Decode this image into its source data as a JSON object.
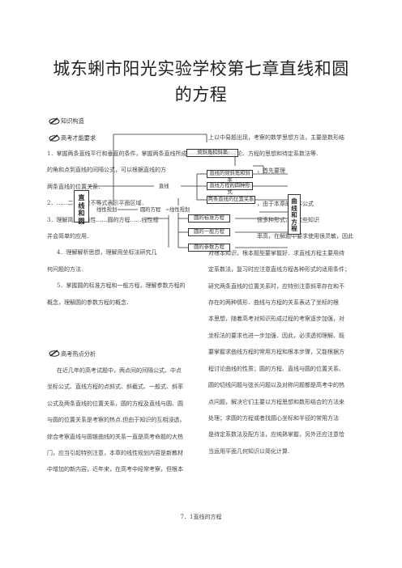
{
  "title": {
    "line1": "城东蜊市阳光实验学校第七章直线和圆",
    "line2": "的方程"
  },
  "sections": {
    "structure": "知识构造",
    "requirements": "高考才能要求",
    "hotspots": "高考热点分析"
  },
  "left_col": [
    "1．掌握两条直线平行和垂直的条件，掌握两条直线所成",
    "的角和点到直线的间隔公式，可以根据直线的方",
    "两条直线的位置关系．",
    "2．……二元一次不等式表示平面区域．",
    "3．理解简单的线性……圆的方程……线性规",
    "并会简单的应用．",
    "4．理解解析思想，理解用坐标法研究几",
    "何问题的方法．",
    "5．掌握圆的标准方程和一般方程，理解参数方程的",
    "概念，理解圆的参数方程的概念．"
  ],
  "left_col2": [
    "在近几年的高考试题中，两点间的间隔公式、中点",
    "坐标公式、直线方程的点斜式、斜截式、一般式、斜率",
    "公式及两条直线的位置关系，圆的方程及直线与圆、圆",
    "与圆的位置关系是考察的热点.但由于知识的互相浸透，",
    "综合考察直线与圆锥曲线的关系一直是高考命题的大热",
    "门，应当引起特别注意，本章的线性规划内容是新教材",
    "中增加的新内容，近年来，在高考中经常考察，但根本"
  ],
  "right_col": [
    "上以中易题出现，考察的数学思想方法，主要是数形结",
    "合、分类讨论、方程的思想和待定系数法等.",
    "",
    "，首先要理",
    "和圆的方",
    "，由于本章的根本公式",
    "很多种形式，且这些知识",
    "率高，在解题中要求使用很灵敏，因此",
    "对根本知识，根本题型要掌握好．求直线方程主要用待",
    "定系数法，复习时应注意直线方程各种形式的适用条件；",
    "研究两条直线的位置关系时，应特别注意斜率存在和不",
    "存在的两种情形．曲线与方程的关系表达了坐标的根",
    "本思想，随着高考对知识形成过程的考察逐步加强，对",
    "坐标法的要求也进一步加强．因此，必须透彻理解、既",
    "要掌握求曲线方程的常用方程和根本步骤，又能根据方",
    "程讨论曲线的性质；圆的方程、直线与圆的位置关系、",
    "圆的切线问题与弦长问题以及对称问题都是高考中的热",
    "点问题，解决它们主要以方程思想和数形结合的方法来",
    "处理；求圆的方程或者找圆心坐标和半径的常用方法",
    "是待定系数法及配方法，应纯熟掌握，另外还应注意恰",
    "当运用平面几何知识以简化计算."
  ],
  "diagram": {
    "main_box": [
      "直",
      "线",
      "和",
      "圆"
    ],
    "side_box": [
      "曲",
      "线",
      "和",
      "方",
      "程"
    ],
    "line_node": "直线",
    "circle_node": "圆的方程",
    "line_items": [
      "倾斜角和斜率",
      "直线的倾斜角和斜率",
      "直线方程的四种形式",
      "两条直线的位置关系"
    ],
    "circle_items": [
      "圆的标准方程",
      "圆的一般方程",
      "圆的参数方程"
    ],
    "extra_labels": [
      "线性规划",
      "线性规划"
    ]
  },
  "footer": "7．1直线的方程"
}
